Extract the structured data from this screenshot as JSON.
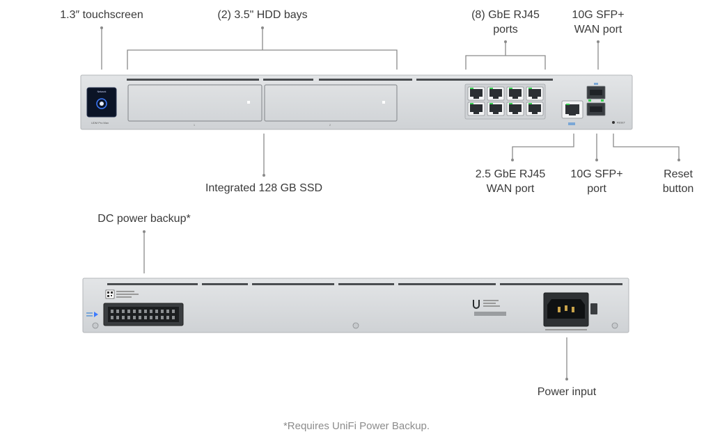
{
  "front_labels": {
    "touchscreen": "1.3″ touchscreen",
    "hdd_bays": "(2) 3.5\" HDD bays",
    "gbe_ports": [
      "(8) GbE RJ45",
      "ports"
    ],
    "sfp_wan": [
      "10G SFP+",
      "WAN port"
    ],
    "ssd": "Integrated 128 GB SSD",
    "wan_25": [
      "2.5 GbE RJ45",
      "WAN port"
    ],
    "sfp_port": [
      "10G SFP+",
      "port"
    ],
    "reset": [
      "Reset",
      "button"
    ]
  },
  "rear_labels": {
    "dc_backup": "DC power backup*",
    "power_input": "Power input"
  },
  "footnote": "*Requires UniFi Power Backup.",
  "device_markings": {
    "model": "UDM Pro Max",
    "screen_text": "Network",
    "reset_text": "RESET",
    "bay_numbers": [
      "1",
      "2"
    ]
  },
  "colors": {
    "chassis": "#d6d8da",
    "chassis_edge": "#aeb1b4",
    "touchscreen": "#0b1426",
    "touchscreen_accent": "#3d7bff",
    "port_led": "#39d353"
  },
  "icons": {
    "screen_ring": "ring-icon",
    "logo": "ubiquiti-u-logo-icon"
  }
}
